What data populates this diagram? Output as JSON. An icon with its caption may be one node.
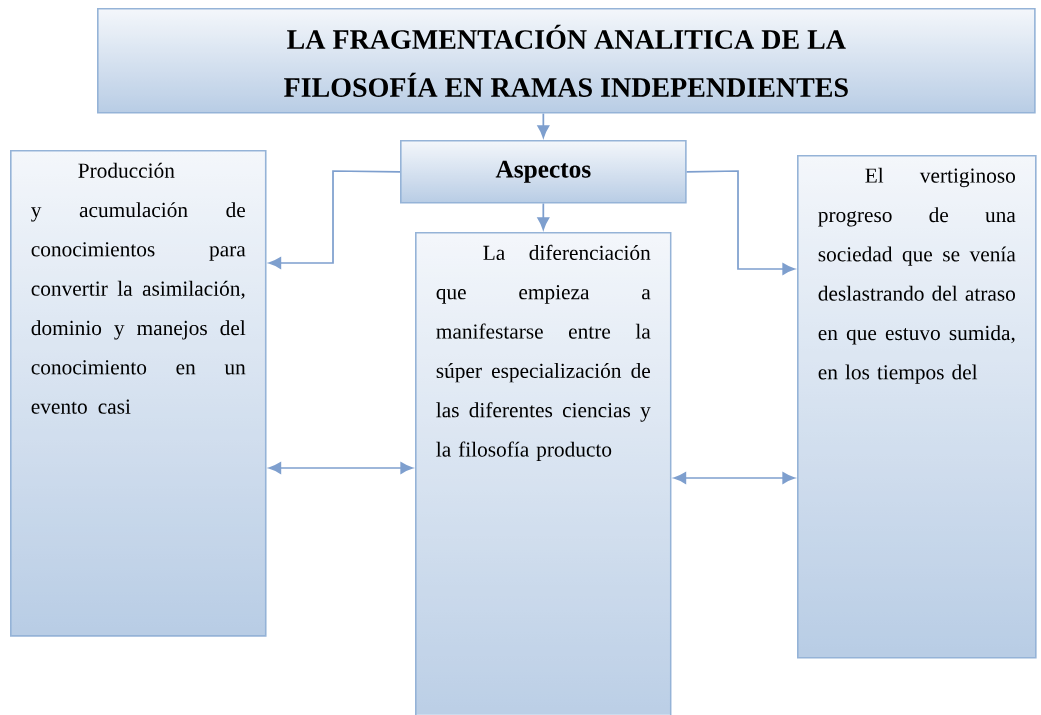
{
  "diagram": {
    "nodes": [
      {
        "text": [
          "LA FRAGMENTACIÓN ANALITICA DE LA FILOSOFÍA EN RAMAS INDEPENDIENTES"
        ]
      },
      {
        "text": [
          "Aspectos"
        ]
      },
      {
        "text": [
          "Producción y acumulación de conocimientos para convertir la asimilación, dominio y manejos del conocimiento en un evento casi"
        ]
      },
      {
        "text": [
          "La diferenciación que empieza a manifestarse entre la súper especialización de las diferentes ciencias y la filosofía producto"
        ]
      },
      {
        "text": [
          "El vertiginoso progreso de una sociedad que se venía deslastrando del atraso en que estuvo sumida, en los tiempos del"
        ]
      }
    ],
    "edges": [
      {
        "from": 0,
        "to": 1,
        "arrow": "to"
      },
      {
        "from": 1,
        "to": 2,
        "arrow": "to"
      },
      {
        "from": 1,
        "to": 3,
        "arrow": "to"
      },
      {
        "from": 1,
        "to": 4,
        "arrow": "to"
      },
      {
        "from": 2,
        "to": 3,
        "arrow": "both"
      },
      {
        "from": 3,
        "to": 4,
        "arrow": "both"
      }
    ]
  }
}
